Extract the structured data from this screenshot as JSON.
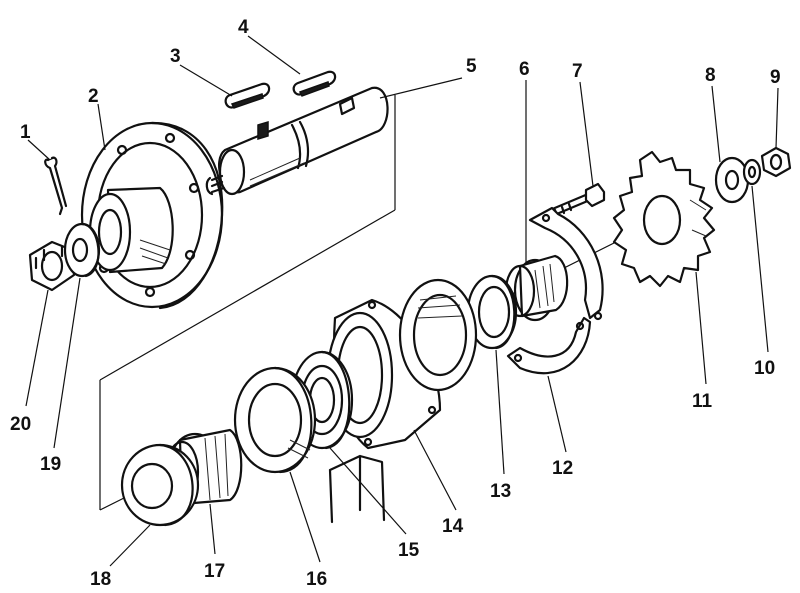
{
  "figure": {
    "ink_color": "#111111",
    "background_color": "#ffffff",
    "callouts": [
      {
        "id": "1",
        "label": "1",
        "part": "cotter-pin"
      },
      {
        "id": "2",
        "label": "2",
        "part": "flanged-hub"
      },
      {
        "id": "3",
        "label": "3",
        "part": "key"
      },
      {
        "id": "4",
        "label": "4",
        "part": "key"
      },
      {
        "id": "5",
        "label": "5",
        "part": "shaft"
      },
      {
        "id": "6",
        "label": "6",
        "part": "spacer-sleeve"
      },
      {
        "id": "7",
        "label": "7",
        "part": "bolt"
      },
      {
        "id": "8",
        "label": "8",
        "part": "washer"
      },
      {
        "id": "9",
        "label": "9",
        "part": "nut"
      },
      {
        "id": "10",
        "label": "10",
        "part": "lock-washer"
      },
      {
        "id": "11",
        "label": "11",
        "part": "sprocket"
      },
      {
        "id": "12",
        "label": "12",
        "part": "clamp-half"
      },
      {
        "id": "13",
        "label": "13",
        "part": "seal-ring"
      },
      {
        "id": "14",
        "label": "14",
        "part": "bearing-housing"
      },
      {
        "id": "15",
        "label": "15",
        "part": "ball-bearing"
      },
      {
        "id": "16",
        "label": "16",
        "part": "seal-cup"
      },
      {
        "id": "17",
        "label": "17",
        "part": "spacer"
      },
      {
        "id": "18",
        "label": "18",
        "part": "end-cap"
      },
      {
        "id": "19",
        "label": "19",
        "part": "thrust-washer"
      },
      {
        "id": "20",
        "label": "20",
        "part": "castle-nut"
      }
    ]
  }
}
